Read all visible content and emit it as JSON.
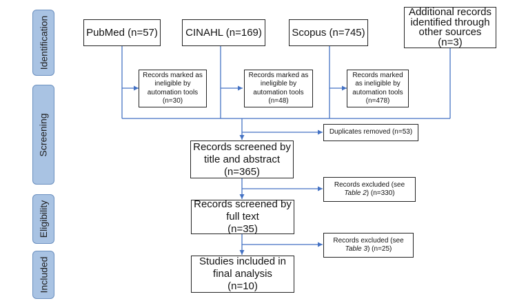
{
  "phases": {
    "identification": "Identification",
    "screening": "Screening",
    "eligibility": "Eligibility",
    "included": "Included"
  },
  "sources": {
    "pubmed": "PubMed (n=57)",
    "cinahl": "CINAHL (n=169)",
    "scopus": "Scopus (n=745)",
    "other": [
      "Additional records",
      "identified through",
      "other sources",
      "(n=3)"
    ]
  },
  "ineligible": {
    "pubmed": [
      "Records marked as",
      "ineligible by",
      "automation tools",
      "(n=30)"
    ],
    "cinahl": [
      "Records marked as",
      "ineligible by",
      "automation tools",
      "(n=48)"
    ],
    "scopus": [
      "Records marked",
      "as ineligible by",
      "automation tools",
      "(n=478)"
    ]
  },
  "duplicates": "Duplicates removed (n=53)",
  "screened_title": [
    "Records screened by",
    "title and abstract",
    "(n=365)"
  ],
  "excluded_table2": {
    "line1": "Records excluded (see",
    "ref": "Table 2",
    "rest": ") (n=330)"
  },
  "screened_full": [
    "Records screened by",
    "full text",
    "(n=35)"
  ],
  "excluded_table3": {
    "line1": "Records excluded (see",
    "ref": "Table 3",
    "rest": ") (n=25)"
  },
  "included": [
    "Studies included in",
    "final analysis",
    "(n=10)"
  ],
  "colors": {
    "arrow": "#4472c4",
    "phase_fill": "#a9c3e3",
    "phase_border": "#6a8fbf",
    "box_border": "#222222"
  }
}
